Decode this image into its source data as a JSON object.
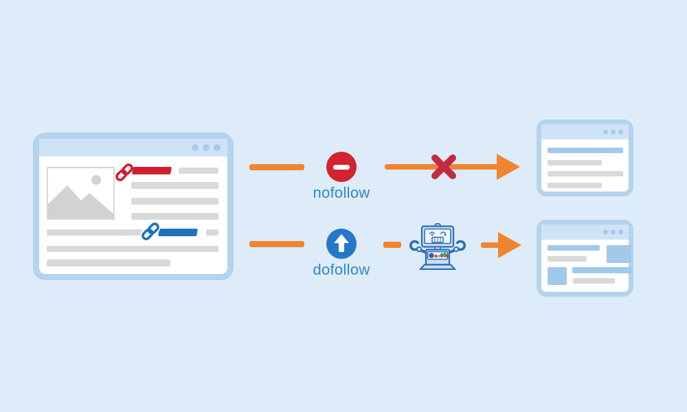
{
  "background_color": "#ddecf8",
  "rows": [
    {
      "id": "nofollow",
      "label": "nofollow",
      "badge_icon": "no-entry-icon",
      "badge_color": "#d3232e",
      "outcome_icon": "cross-icon"
    },
    {
      "id": "dofollow",
      "label": "dofollow",
      "badge_icon": "arrow-up-icon",
      "badge_color": "#2478c8",
      "outcome_icon": "search-bot-icon"
    }
  ],
  "icons": {
    "no-entry-icon": "white minus inside red circle",
    "arrow-up-icon": "white up arrow inside blue circle",
    "cross-icon": "red X over arrow",
    "search-bot-icon": "blue crawler robot with multicolor dots",
    "link-icon": "chain link",
    "window-dots-icon": "three dots",
    "arrow-right-icon": "orange right arrow"
  },
  "colors": {
    "accent_orange": "#f0852f",
    "nofollow_red": "#d3232e",
    "cross_red": "#c22b44",
    "red_link": "#ce1f2d",
    "blue_link": "#1e72bb",
    "dofollow_blue": "#2478c8",
    "label_blue": "#2f88cb",
    "window_border": "#b3d3ee",
    "window_header": "#cfe3f6",
    "window_dots": "#a9c9e9",
    "placeholder_gray": "#d9d9d9",
    "highlight_blue_bar": "#a2c8ec"
  }
}
